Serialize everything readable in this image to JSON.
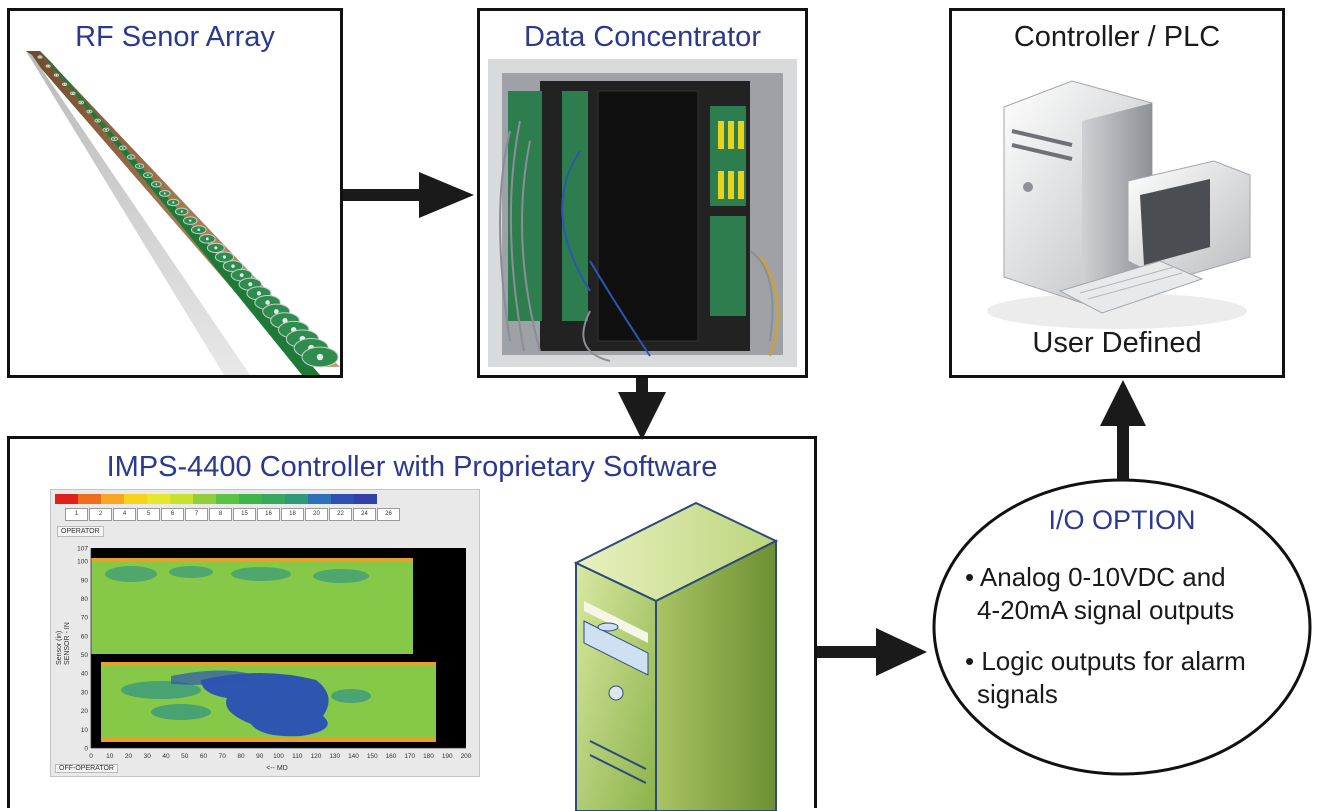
{
  "sensor_box": {
    "title": "RF Senor Array"
  },
  "concentrator_box": {
    "title": "Data Concentrator"
  },
  "plc_box": {
    "title": "Controller / PLC",
    "subtitle": "User Defined"
  },
  "imps_box": {
    "title": "IMPS-4400 Controller with Proprietary Software"
  },
  "io_option": {
    "title": "I/O OPTION",
    "bullets": [
      {
        "line1": "Analog 0-10VDC and",
        "line2": "4-20mA signal outputs"
      },
      {
        "line1": "Logic outputs for alarm",
        "line2": "signals"
      }
    ]
  },
  "heatmap": {
    "top_label": "OPERATOR",
    "bottom_label": "OFF-OPERATOR",
    "ylabel_1": "Sensor (in)",
    "ylabel_2": "SENSOR - IN",
    "xlabel": "<-- MD",
    "legend_values": [
      "1",
      "2",
      "4",
      "5",
      "6",
      "7",
      "8",
      "15",
      "16",
      "18",
      "20",
      "22",
      "24",
      "26"
    ],
    "legend_colors": [
      "#e0201a",
      "#ee6d1f",
      "#f5a623",
      "#f6d21a",
      "#e6e62a",
      "#c8e02e",
      "#8fce3a",
      "#5cc245",
      "#3fb44a",
      "#36a95d",
      "#2f9a7a",
      "#2e6fb8",
      "#2f4fb0",
      "#3340a8"
    ],
    "yticks": [
      "107",
      "100",
      "90",
      "80",
      "70",
      "60",
      "50",
      "40",
      "30",
      "20",
      "10",
      "0"
    ],
    "xticks": [
      "0",
      "10",
      "20",
      "30",
      "40",
      "50",
      "60",
      "70",
      "80",
      "90",
      "100",
      "110",
      "120",
      "130",
      "140",
      "150",
      "160",
      "170",
      "180",
      "190",
      "200"
    ]
  },
  "colors": {
    "title_blue": "#2b3990",
    "arrow": "#1a1a1a",
    "field_green": "#7ec24a",
    "defect_blue": "#2e56b0"
  }
}
